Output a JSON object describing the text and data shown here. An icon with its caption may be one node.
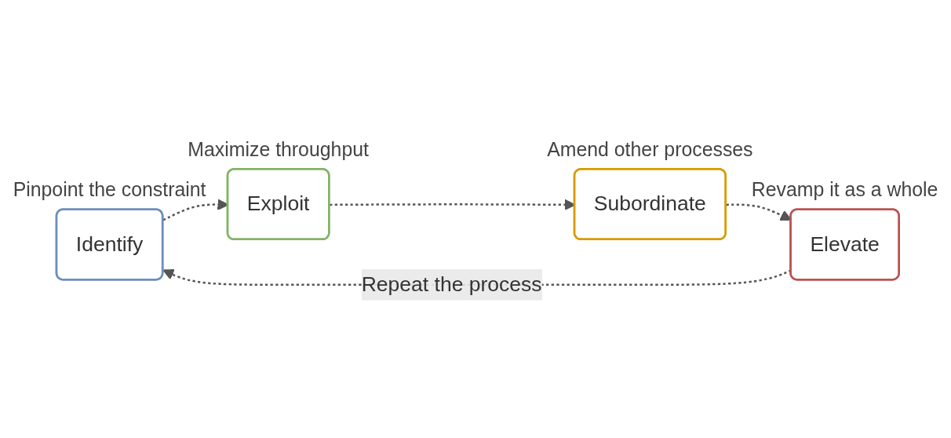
{
  "diagram": {
    "nodes": [
      {
        "text": [
          "Identify"
        ],
        "beside": [
          "Pinpoint the constraint"
        ]
      },
      {
        "text": [
          "Exploit"
        ],
        "beside": [
          "Maximize throughput"
        ]
      },
      {
        "text": [
          "Subordinate"
        ],
        "beside": [
          "Amend other processes"
        ]
      },
      {
        "text": [
          "Elevate"
        ],
        "beside": [
          "Revamp it as a whole"
        ]
      }
    ],
    "edges": [
      {
        "from": 0,
        "to": 1,
        "arrow": "to",
        "style": "dashed"
      },
      {
        "from": 1,
        "to": 2,
        "arrow": "to",
        "style": "dashed"
      },
      {
        "from": 2,
        "to": 3,
        "arrow": "to",
        "style": "dashed"
      },
      {
        "from": 3,
        "to": 0,
        "arrow": "to",
        "style": "dashed",
        "label": "Repeat the process"
      }
    ]
  }
}
